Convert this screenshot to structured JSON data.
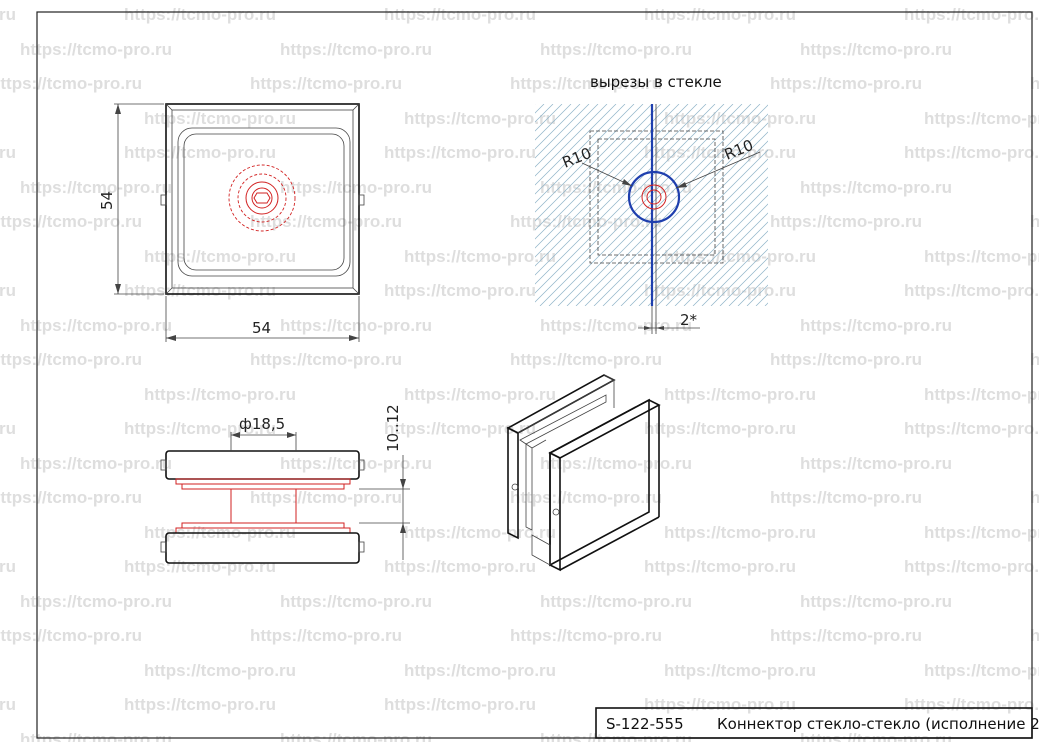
{
  "watermark": "https://tcmo-pro.ru",
  "title_block": {
    "code": "S-122-555",
    "name": "Коннектор стекло-стекло (исполнение 2)"
  },
  "top_view": {
    "width_dim": "54",
    "height_dim": "54"
  },
  "cutout_view": {
    "caption": "вырезы в стекле",
    "radius_left": "R10",
    "radius_right": "R10",
    "gap": "2*"
  },
  "side_view": {
    "diameter": "ф18,5",
    "glass_thickness": "10..12"
  },
  "colors": {
    "outline": "#111111",
    "detail": "#d22222",
    "glass_edge": "#1f3fae",
    "hatch": "#8fb3c8",
    "watermark": "#dedede"
  }
}
